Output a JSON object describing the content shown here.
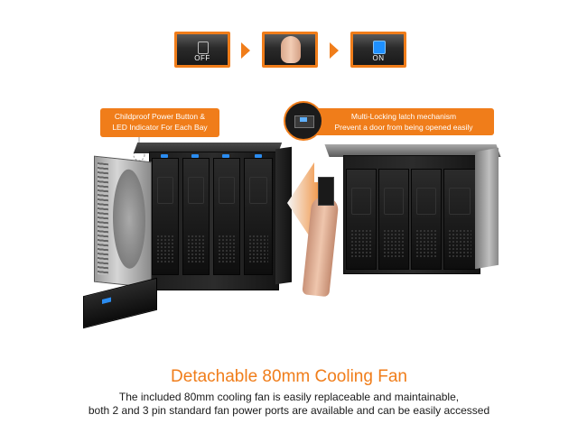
{
  "steps": [
    {
      "label": "OFF",
      "led_color": "#aaaaaa"
    },
    {
      "label": "",
      "led_color": ""
    },
    {
      "label": "ON",
      "led_color": "#1e90ff"
    }
  ],
  "callouts": {
    "left": {
      "line1": "Childproof Power Button &",
      "line2": "LED Indicator For Each Bay"
    },
    "right": {
      "line1": "Multi-Locking latch mechanism",
      "line2": "Prevent a door from being opened easily"
    }
  },
  "caption": {
    "title": "Detachable 80mm Cooling Fan",
    "line1": "The included 80mm cooling fan is easily replaceable and maintainable,",
    "line2": "both 2 and 3 pin standard fan power ports are available and can be easily accessed"
  },
  "colors": {
    "accent": "#f07d1a",
    "led": "#2b8cf0",
    "text": "#1a1a1a"
  },
  "icons": [
    "power-button-icon",
    "fingertip-icon",
    "arrow-left-icon",
    "chevron-right-icon"
  ]
}
